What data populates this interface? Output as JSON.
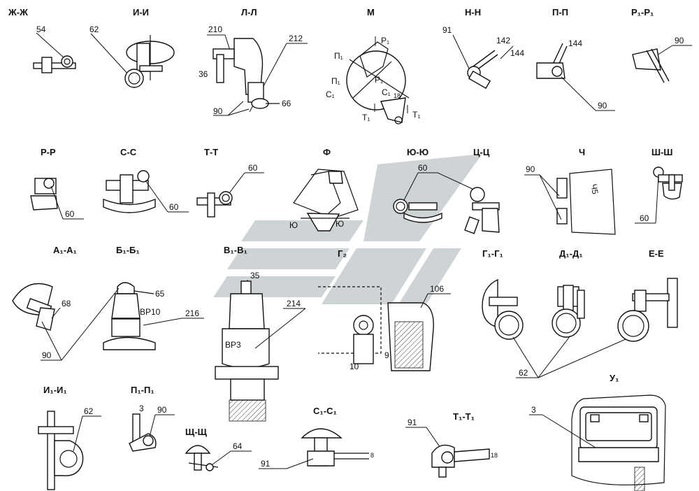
{
  "titles": {
    "zh_zh": "Ж-Ж",
    "i_i": "И-И",
    "l_l": "Л-Л",
    "m": "М",
    "n_n": "Н-Н",
    "p_p": "П-П",
    "r1_r1": "Р₁-Р₁",
    "r_r": "Р-Р",
    "s_s": "С-С",
    "t_t": "Т-Т",
    "f": "Ф",
    "yu_yu": "Ю-Ю",
    "ts_ts": "Ц-Ц",
    "ch": "Ч",
    "sh_sh": "Ш-Ш",
    "a1_a1": "А₁-А₁",
    "b1_b1": "Б₁-Б₁",
    "v1_v1": "В₁-В₁",
    "g2": "Г₂",
    "g1_g1": "Г₁-Г₁",
    "d1_d1": "Д₁-Д₁",
    "e_e": "Е-Е",
    "i1_i1": "И₁-И₁",
    "p1_p1": "П₁-П₁",
    "shch_shch": "Щ-Щ",
    "s1_s1": "С₁-С₁",
    "t1_t1": "Т₁-Т₁",
    "u1": "У₁"
  },
  "refs": {
    "r54": "54",
    "r62a": "62",
    "r210": "210",
    "r212": "212",
    "r36": "36",
    "r90a": "90",
    "r66": "66",
    "r91a": "91",
    "r142_144": "142",
    "r144b": "144",
    "r144a": "144",
    "r90b": "90",
    "r90c": "90",
    "m_p1a": "П₁",
    "m_p1b": "П₁",
    "m_r1a": "Р₁",
    "m_r1b": "Р₁",
    "m_c1a": "С₁",
    "m_c1b": "С₁",
    "m_t1a": "Т₁",
    "m_t1b": "Т₁",
    "m_18": "18",
    "r60a": "60",
    "r60b": "60",
    "r60c": "60",
    "r60d": "60",
    "r60e": "60",
    "r90d": "90",
    "f_yu1": "Ю",
    "f_yu2": "Ю",
    "ch_label": "Ч5",
    "r68": "68",
    "r65": "65",
    "r90e": "90",
    "bp10": "ВР10",
    "r216": "216",
    "r35": "35",
    "r214": "214",
    "bp3": "ВР3",
    "r106": "106",
    "r10": "10",
    "r9": "9",
    "r62b": "62",
    "r62c": "62",
    "r3a": "3",
    "r90f": "90",
    "r64": "64",
    "r91b": "91",
    "r8": "8",
    "r91c": "91",
    "r18": "18",
    "r3b": "3"
  }
}
